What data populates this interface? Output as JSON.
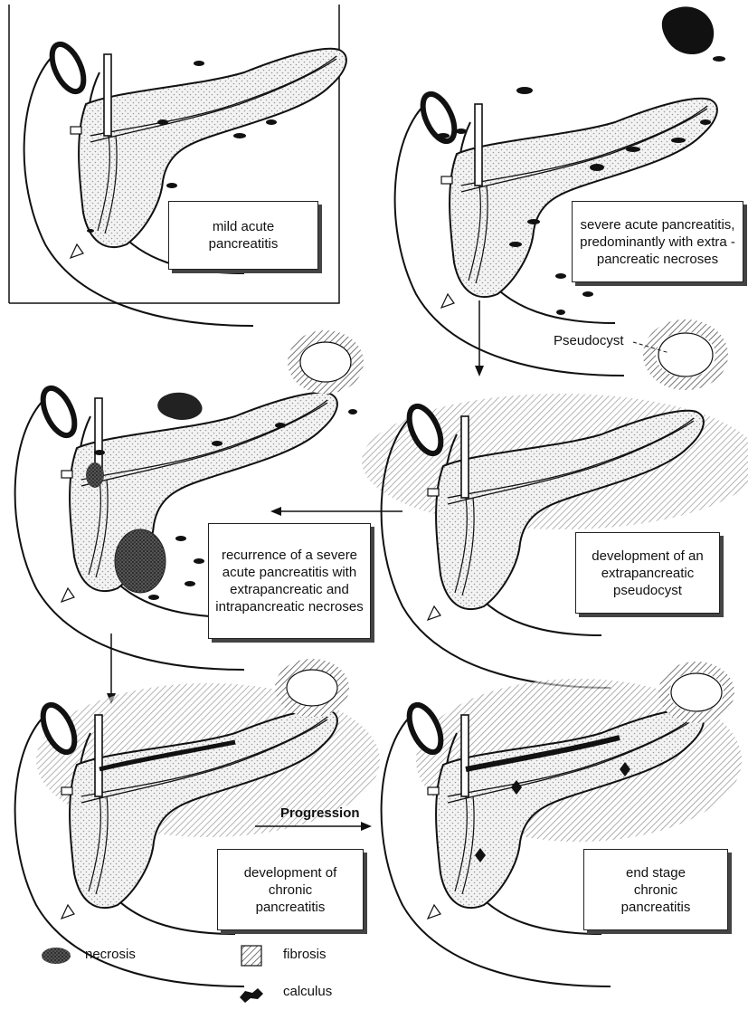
{
  "panels": [
    {
      "id": "mild",
      "caption": "mild acute\npancreatitis"
    },
    {
      "id": "severe",
      "caption": "severe acute pancreatitis,\npredominantly with extra -\npancreatic necroses"
    },
    {
      "id": "recurrence",
      "caption": "recurrence of a severe\nacute pancreatitis with\nextrapancreatic and\nintrapancreatic necroses"
    },
    {
      "id": "pseudocyst",
      "caption": "development of an\nextrapancreatic\npseudocyst"
    },
    {
      "id": "chronic",
      "caption": "development of\nchronic\npancreatitis"
    },
    {
      "id": "endstage",
      "caption": "end stage\nchronic\npancreatitis"
    }
  ],
  "labels": {
    "pseudocyst": "Pseudocyst",
    "progression": "Progression"
  },
  "legend": [
    {
      "icon": "necrosis-icon",
      "text": "necrosis"
    },
    {
      "icon": "fibrosis-icon",
      "text": "fibrosis"
    },
    {
      "icon": "calculus-icon",
      "text": "calculus"
    }
  ],
  "colors": {
    "ink": "#111111",
    "stipple": "#cfcfcf",
    "necrosis": "#2b2b2b"
  }
}
